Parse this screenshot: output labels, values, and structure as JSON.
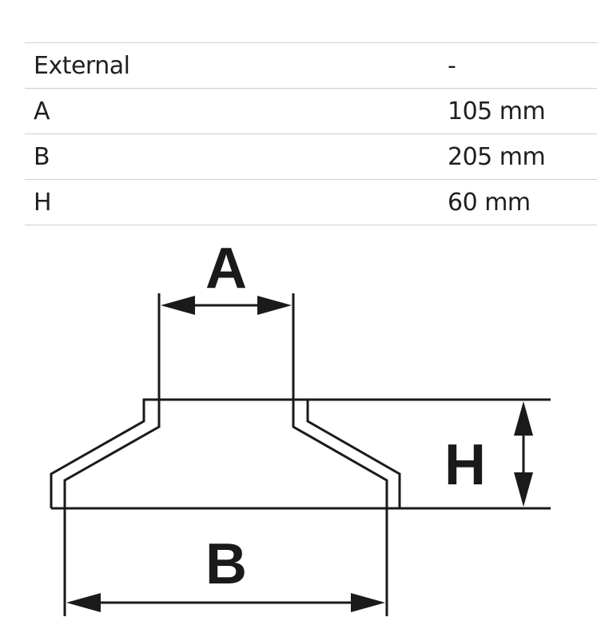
{
  "specs": {
    "rows": [
      {
        "label": "External",
        "value": "-"
      },
      {
        "label": "A",
        "value": "105 mm"
      },
      {
        "label": "B",
        "value": "205 mm"
      },
      {
        "label": "H",
        "value": "60 mm"
      }
    ]
  },
  "diagram": {
    "dimension_labels": {
      "a": "A",
      "b": "B",
      "h": "H"
    }
  }
}
